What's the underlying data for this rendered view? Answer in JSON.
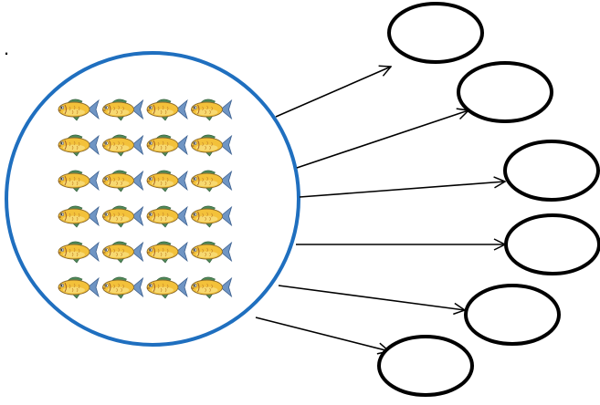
{
  "diagram": {
    "source": {
      "shape": "circle",
      "stroke_color": "#1f6fbf",
      "contents": {
        "icon": "fish-icon",
        "rows": 6,
        "columns": 4,
        "count": 24,
        "fish_colors": {
          "body": "#f3c13a",
          "belly": "#f7dc78",
          "tail": "#6f95c4",
          "fin": "#4f8a5b",
          "outline": "#8a6a2a"
        }
      }
    },
    "arrow_color": "#000000",
    "targets": [
      {
        "shape": "ellipse",
        "label": ""
      },
      {
        "shape": "ellipse",
        "label": ""
      },
      {
        "shape": "ellipse",
        "label": ""
      },
      {
        "shape": "ellipse",
        "label": ""
      },
      {
        "shape": "ellipse",
        "label": ""
      },
      {
        "shape": "ellipse",
        "label": ""
      }
    ],
    "target_stroke_color": "#000000",
    "marker": "."
  }
}
